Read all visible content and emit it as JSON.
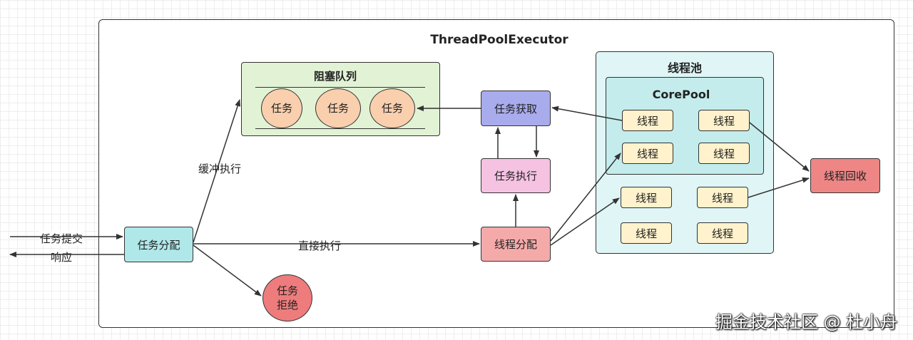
{
  "executor": {
    "title": "ThreadPoolExecutor"
  },
  "queue": {
    "title": "阻塞队列",
    "tasks": [
      "任务",
      "任务",
      "任务"
    ]
  },
  "pool": {
    "title": "线程池",
    "core_title": "CorePool",
    "core_threads": [
      "线程",
      "线程",
      "线程",
      "线程"
    ],
    "extra_threads": [
      "线程",
      "线程",
      "线程",
      "线程"
    ]
  },
  "nodes": {
    "task_fetch": "任务获取",
    "task_exec": "任务执行",
    "thread_dispatch": "线程分配",
    "task_dispatch": "任务分配",
    "task_reject": "任务拒绝",
    "thread_recycle": "线程回收"
  },
  "labels": {
    "submit": "任务提交",
    "response": "响应",
    "buffer_exec": "缓冲执行",
    "direct_exec": "直接执行"
  },
  "watermark": "掘金技术社区 @ 杜小舟",
  "colors": {
    "queue_fill": "#e2f2d5",
    "task_circle": "#f9cfae",
    "pool_fill": "#e0f5f5",
    "core_fill": "#c4ecec",
    "thread_fill": "#fff2cc",
    "fetch_fill": "#a8abec",
    "exec_fill": "#f5c2e2",
    "dispatch_fill": "#f5aaaa",
    "task_dispatch_fill": "#b0e8ea",
    "reject_fill": "#ee7c7c",
    "recycle_fill": "#ee8686"
  }
}
